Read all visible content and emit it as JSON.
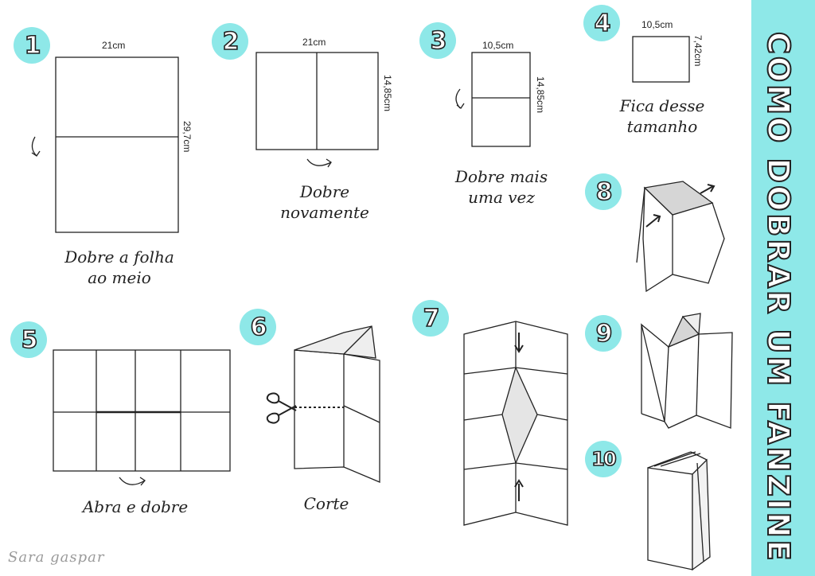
{
  "sidebar": {
    "title": "COMO DOBRAR UM FANZINE",
    "color": "#8ee8e8"
  },
  "badge_color": "#8ee8e8",
  "steps": {
    "s1": {
      "number": "1",
      "caption_l1": "Dobre a folha",
      "caption_l2": "ao meio",
      "width": "21cm",
      "height": "29,7cm"
    },
    "s2": {
      "number": "2",
      "caption_l1": "Dobre",
      "caption_l2": "novamente",
      "width": "21cm",
      "height": "14,85cm"
    },
    "s3": {
      "number": "3",
      "caption_l1": "Dobre mais",
      "caption_l2": "uma vez",
      "width": "10,5cm",
      "height": "14,85cm"
    },
    "s4": {
      "number": "4",
      "caption_l1": "Fica desse",
      "caption_l2": "tamanho",
      "width": "10,5cm",
      "height": "7,42cm"
    },
    "s5": {
      "number": "5",
      "caption_l1": "Abra e dobre"
    },
    "s6": {
      "number": "6",
      "caption_l1": "Corte"
    },
    "s7": {
      "number": "7"
    },
    "s8": {
      "number": "8"
    },
    "s9": {
      "number": "9"
    },
    "s10": {
      "number": "10"
    }
  },
  "signature": "Sara gaspar"
}
